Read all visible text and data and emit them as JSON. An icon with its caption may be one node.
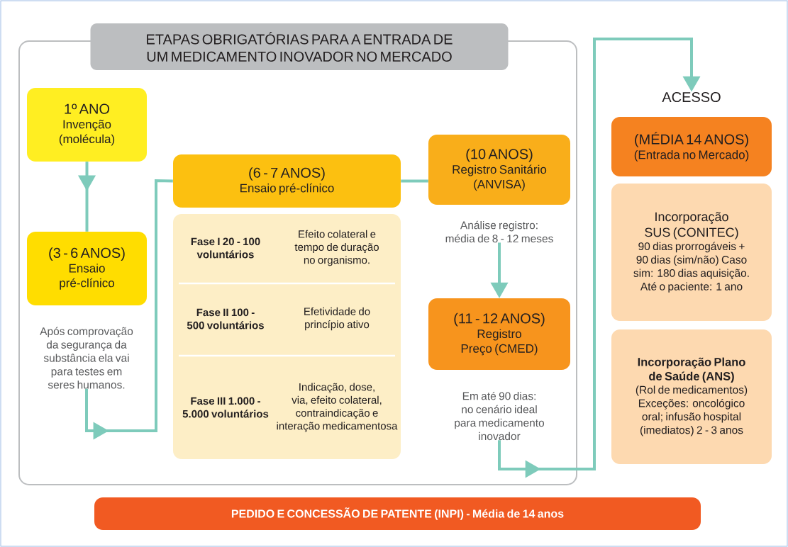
{
  "diagram": {
    "nodes": [
      {
        "text": [
          "ETAPAS OBRIGATÓRIAS PARA A ENTRADA DE UM MEDICAMENTO INOVADOR NO MERCADO"
        ]
      },
      {
        "text": [
          "1º ANO",
          "Invenção (molécula)"
        ],
        "in": 0
      },
      {
        "text": [
          "(3 - 6 ANOS)",
          "Ensaio pré-clínico"
        ],
        "beside": [
          "Após comprovação da segurança da substância ela vai para testes em seres humanos."
        ],
        "in": 0
      },
      {
        "text": [
          "(6 - 7 ANOS)",
          "Ensaio pré-clínico"
        ],
        "in": 0
      },
      {
        "text": [
          "Fase I 20 - 100 voluntários",
          "Efeito colateral e tempo de duração no organismo.",
          "Fase II 100 - 500 voluntários",
          "Efetividade do princípio ativo",
          "Fase III 1.000 - 5.000 voluntários",
          "Indicação, dose, via, efeito colateral, contraindicação e interação medicamentosa"
        ],
        "in": 0
      },
      {
        "text": [
          "(10 ANOS)",
          "Registro Sanitário (ANVISA)"
        ],
        "beside": [
          "Análise registro: média de 8 - 12 meses"
        ],
        "in": 0
      },
      {
        "text": [
          "(11 - 12 ANOS)",
          "Registro Preço (CMED)"
        ],
        "beside": [
          "Em até 90 dias: no cenário ideal para medicamento inovador"
        ],
        "in": 0
      },
      {
        "text": [
          "ACESSO",
          "(MÉDIA 14 ANOS)",
          "(Entrada no Mercado)"
        ]
      },
      {
        "text": [
          "Incorporação SUS (CONITEC)",
          "90 dias prorrogáveis + 90 dias (sim/não) Caso sim: 180 dias aquisição. Até o paciente: 1 ano"
        ]
      },
      {
        "text": [
          "Incorporação Plano de Saúde (ANS)",
          "(Rol de medicamentos) Exceções: oncológico oral; infusão hospital (imediatos) 2 - 3 anos"
        ]
      },
      {
        "text": [
          "PEDIDO E CONCESSÃO DE PATENTE (INPI) - Média de 14 anos"
        ]
      }
    ],
    "edges": [
      {
        "from": 1,
        "to": 2,
        "arrow": "to"
      },
      {
        "from": 2,
        "to": 3,
        "arrow": "to"
      },
      {
        "from": 3,
        "to": 5,
        "arrow": "none"
      },
      {
        "from": 5,
        "to": 6,
        "arrow": "to"
      },
      {
        "from": 6,
        "to": 7,
        "arrow": "to"
      }
    ]
  }
}
